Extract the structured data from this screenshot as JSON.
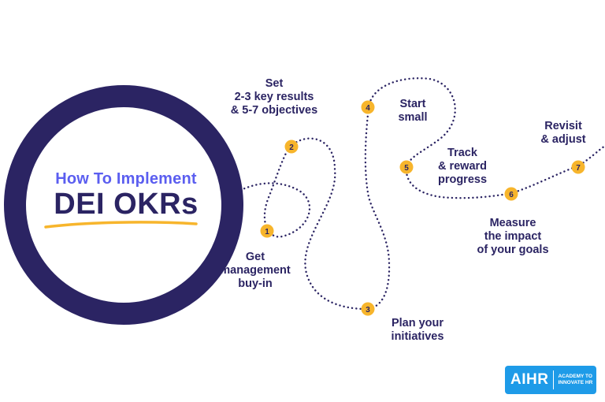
{
  "title": {
    "subtitle": "How To Implement",
    "main": "DEI OKRs"
  },
  "steps": [
    {
      "number": "1",
      "label": "Get\nmanagement\nbuy-in"
    },
    {
      "number": "2",
      "label": "Set\n2-3 key results\n& 5-7 objectives"
    },
    {
      "number": "3",
      "label": "Plan your\ninitiatives"
    },
    {
      "number": "4",
      "label": "Start\nsmall"
    },
    {
      "number": "5",
      "label": "Track\n& reward\nprogress"
    },
    {
      "number": "6",
      "label": "Measure\nthe impact\nof your goals"
    },
    {
      "number": "7",
      "label": "Revisit\n& adjust"
    }
  ],
  "logo": {
    "main": "AIHR",
    "tagline": "ACADEMY TO\nINNOVATE HR"
  },
  "colors": {
    "ring": "#2b2463",
    "subtitle": "#5b5ef0",
    "marker": "#f7b52c",
    "path": "#2b2463",
    "logo_bg": "#1e9be8"
  }
}
